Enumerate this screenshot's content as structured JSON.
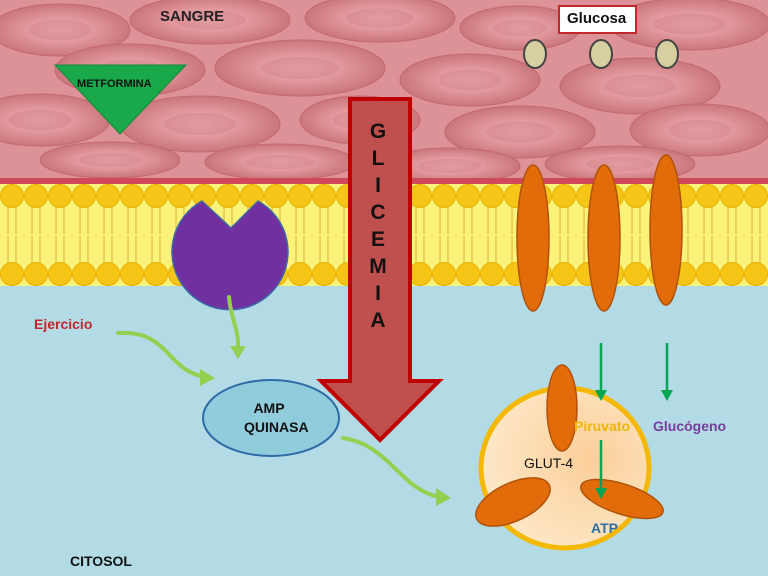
{
  "labels": {
    "sangre": "SANGRE",
    "glucosa": "Glucosa",
    "metformina": "METFORMINA",
    "glicemia_letters": [
      "G",
      "L",
      "I",
      "C",
      "E",
      "M",
      "I",
      "A"
    ],
    "ejercicio": "Ejercicio",
    "amp_line1": "AMP",
    "amp_line2": "QUINASA",
    "piruvato": "Piruvato",
    "glucogeno": "Glucógeno",
    "glut4": "GLUT-4",
    "atp": "ATP",
    "citosol": "CITOSOL"
  },
  "colors": {
    "blood_cell": "#e59a9e",
    "blood_bg": "#d98c90",
    "membrane_band": "#fbf27a",
    "lipid_head": "#f5c518",
    "cytosol": "#b3dbe6",
    "metformin": "#19a84a",
    "receptor": "#7030a0",
    "glicemia_arrow": "#c0504d",
    "glicemia_outline": "#c00000",
    "transporter": "#e36c0a",
    "amp_kinase": "#8fcddc",
    "cell_body": "#fde2b6",
    "cell_border": "#f5b800",
    "curve_arrow": "#92d050",
    "green_arrow": "#00a651"
  }
}
